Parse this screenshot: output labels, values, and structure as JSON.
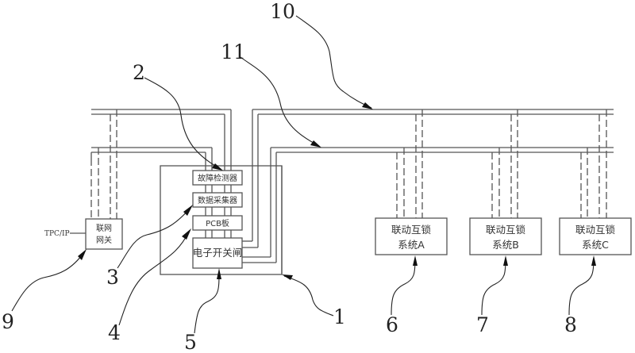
{
  "components": {
    "fault_detector": "故障检测器",
    "data_collector": "数据采集器",
    "pcb_board": "PCB板",
    "electronic_switch": "电子开关闸",
    "gateway_line1": "联网",
    "gateway_line2": "网关",
    "gateway_protocol": "TPC/IP",
    "interlock_a_line1": "联动互锁",
    "interlock_a_line2": "系统A",
    "interlock_b_line1": "联动互锁",
    "interlock_b_line2": "系统B",
    "interlock_c_line1": "联动互锁",
    "interlock_c_line2": "系统C"
  },
  "reference_numerals": {
    "n1": "1",
    "n2": "2",
    "n3": "3",
    "n4": "4",
    "n5": "5",
    "n6": "6",
    "n7": "7",
    "n8": "8",
    "n9": "9",
    "n10": "10",
    "n11": "11"
  }
}
